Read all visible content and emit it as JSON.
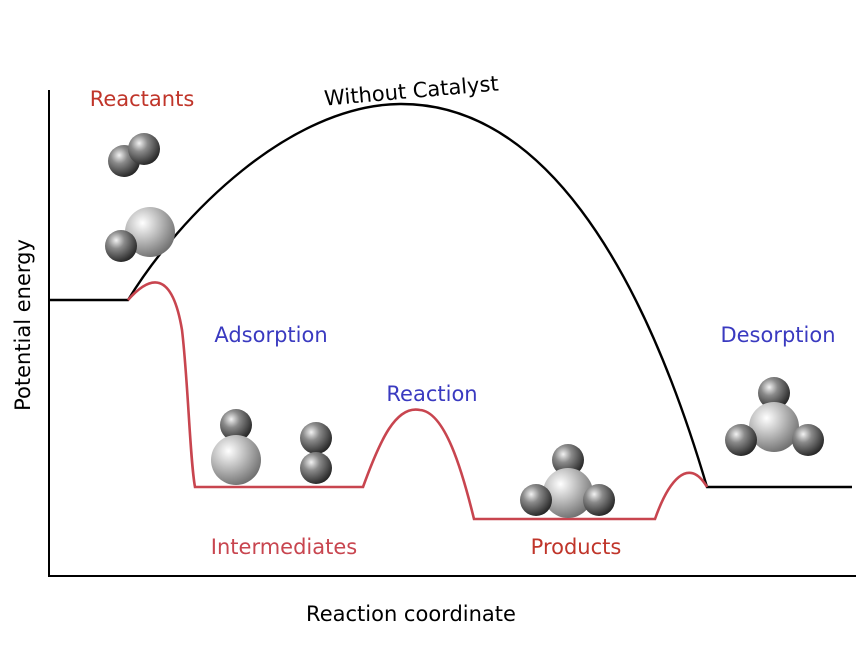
{
  "axes": {
    "y_label": "Potential energy",
    "x_label": "Reaction coordinate"
  },
  "curves": {
    "uncatalyzed_label": "Without Catalyst"
  },
  "stages": {
    "reactants": "Reactants",
    "adsorption": "Adsorption",
    "reaction": "Reaction",
    "desorption": "Desorption",
    "intermediates": "Intermediates",
    "products": "Products"
  },
  "colors": {
    "uncatalyzed_curve": "#000000",
    "catalyzed_curve": "#c8454f",
    "stage_blue": "#3a3ac0",
    "stage_red": "#c0352a"
  }
}
